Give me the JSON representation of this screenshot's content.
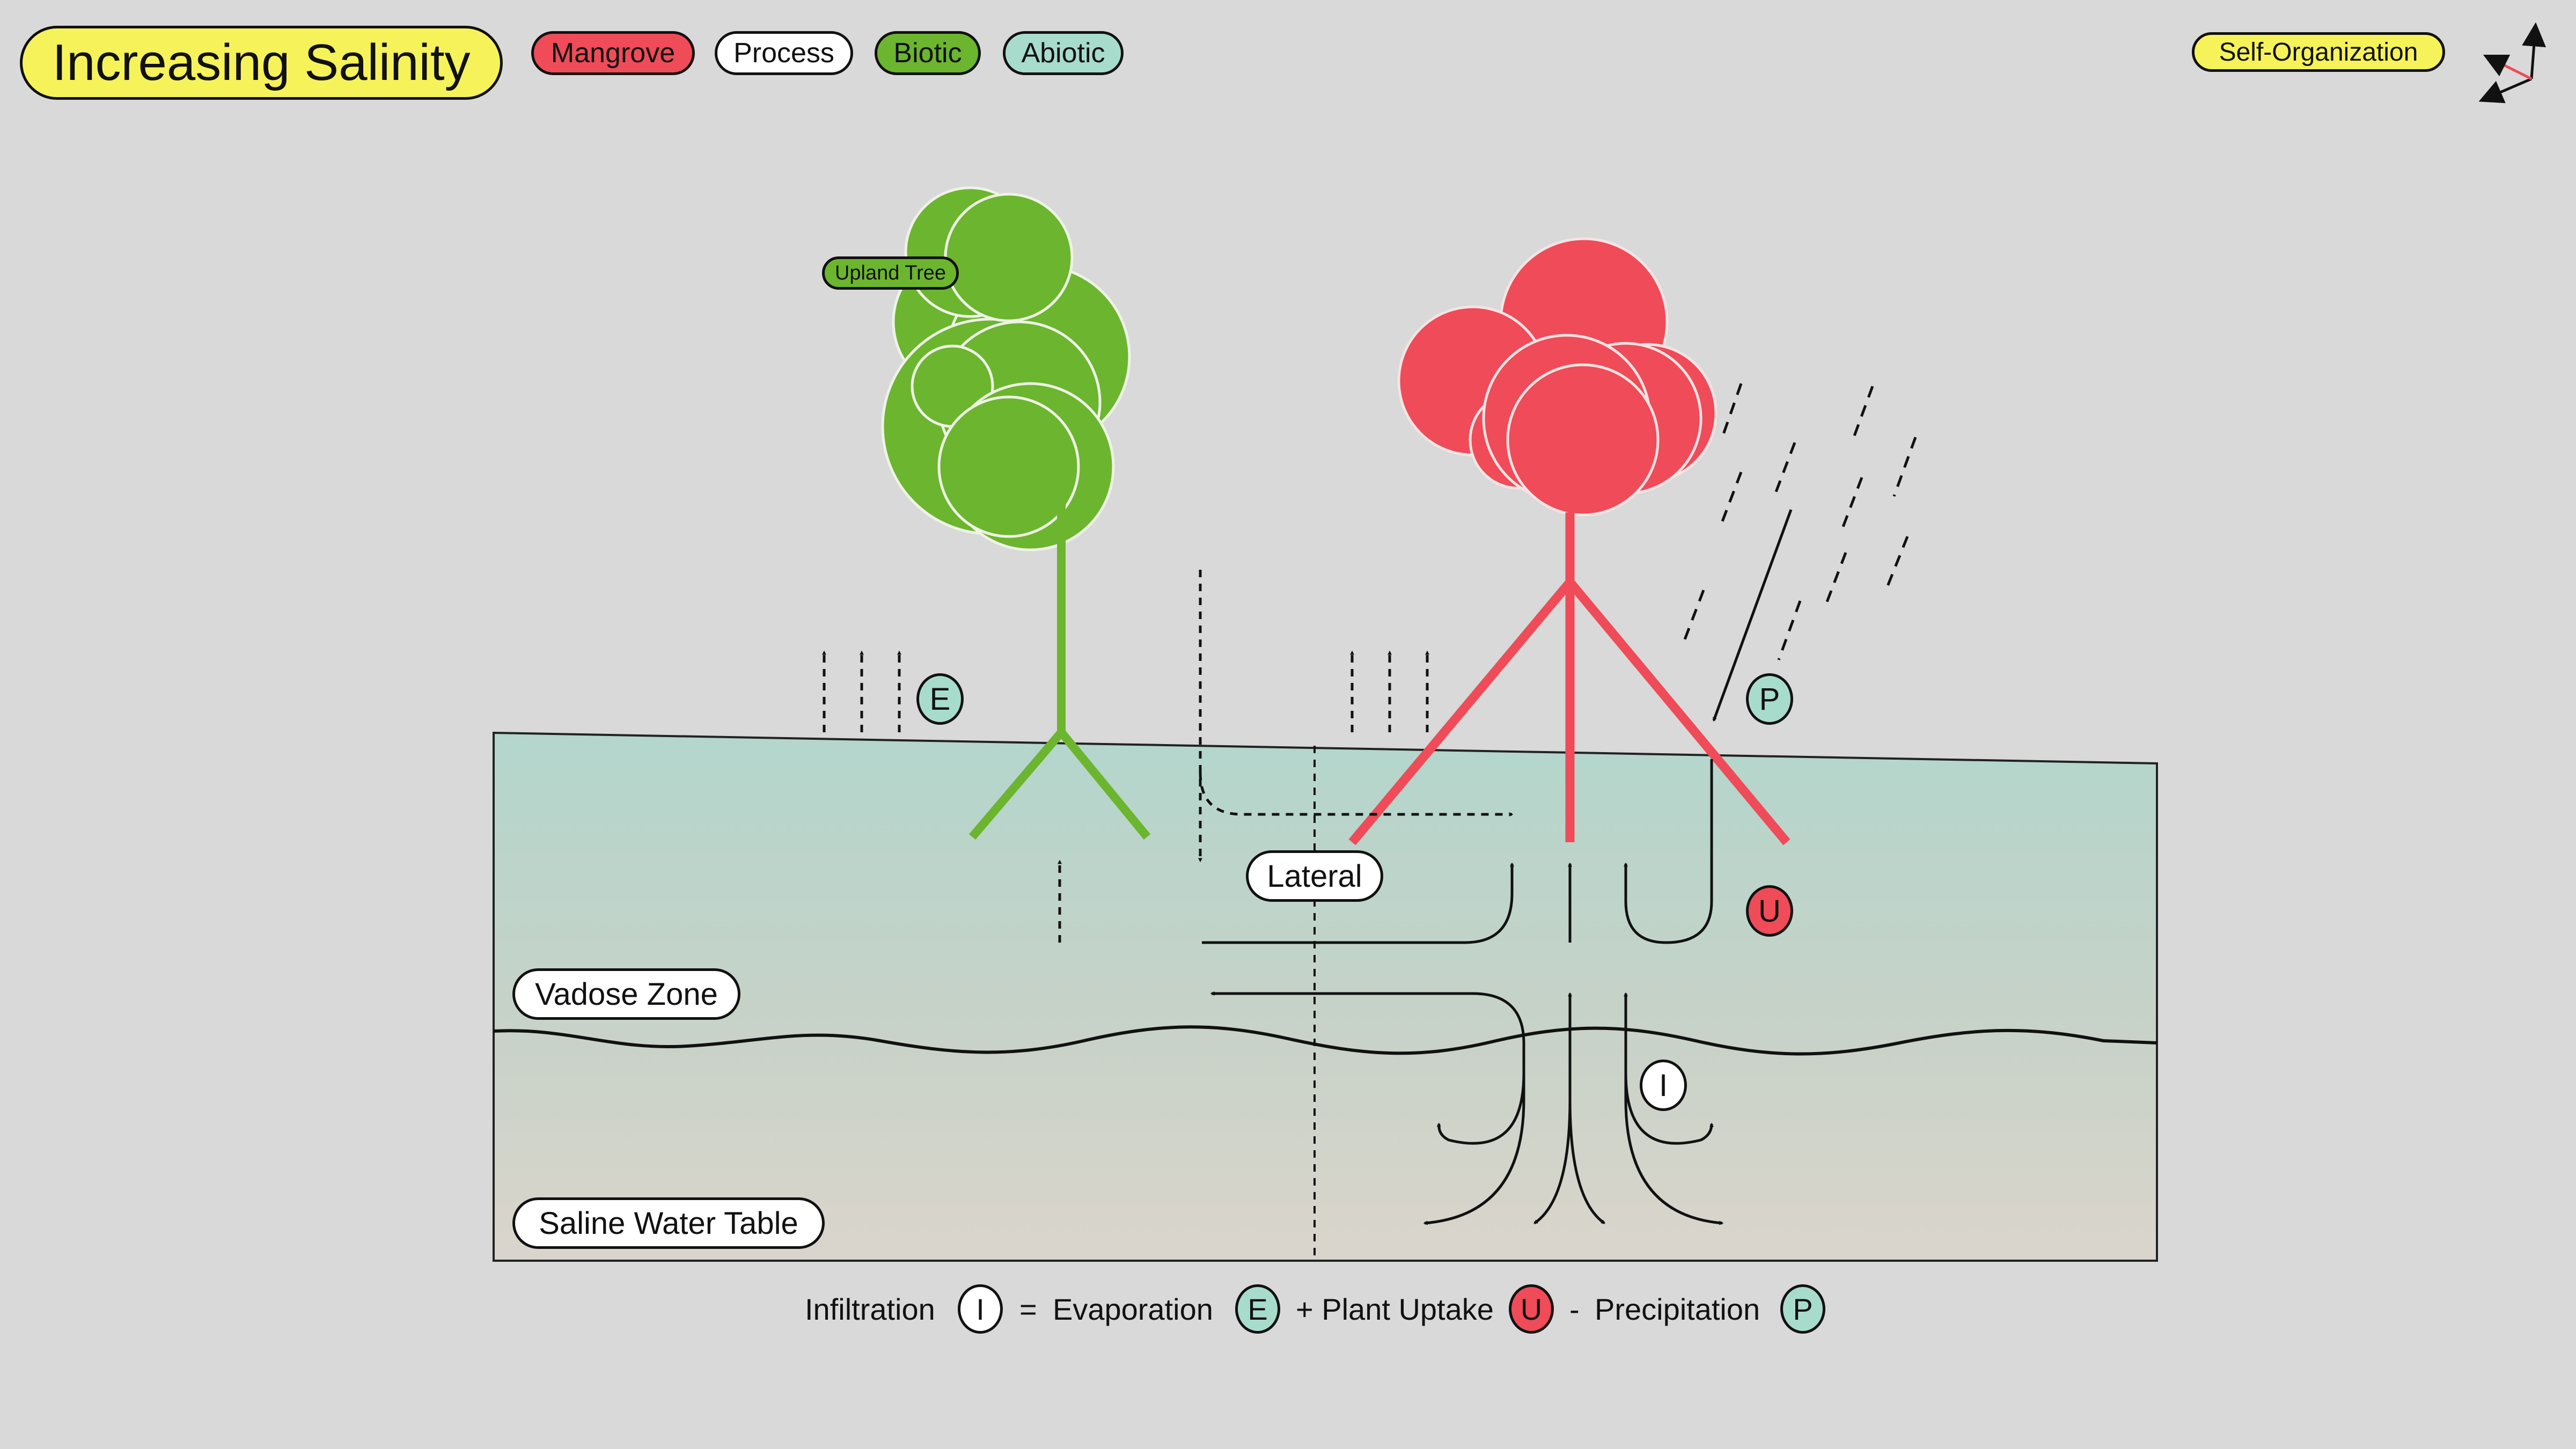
{
  "header": {
    "title": "Increasing Salinity",
    "legend": [
      {
        "label": "Mangrove",
        "color": "#ef4b58"
      },
      {
        "label": "Process",
        "color": "#ffffff"
      },
      {
        "label": "Biotic",
        "color": "#6cb52f"
      },
      {
        "label": "Abiotic",
        "color": "#a7dccd"
      }
    ],
    "badge": "Self-Organization"
  },
  "diagram": {
    "upland_tree_label": "Upland Tree",
    "lateral_label": "Lateral",
    "vadose_zone_label": "Vadose Zone",
    "saline_water_table_label": "Saline Water Table",
    "symbols": {
      "evaporation": "E",
      "precipitation": "P",
      "uptake": "U",
      "infiltration": "I"
    }
  },
  "equation": {
    "infiltration": "Infiltration",
    "i": "I",
    "equals": "=",
    "evaporation": "Evaporation",
    "e": "E",
    "plus_plant_uptake": "+ Plant Uptake",
    "u": "U",
    "minus": "-",
    "precipitation": "Precipitation",
    "p": "P"
  },
  "colors": {
    "upland_tree": "#6cb52f",
    "mangrove": "#ef4b58",
    "soil_top": "#b4d5cb",
    "soil_bottom": "#d9d5cc",
    "background": "#d8d9d8"
  }
}
